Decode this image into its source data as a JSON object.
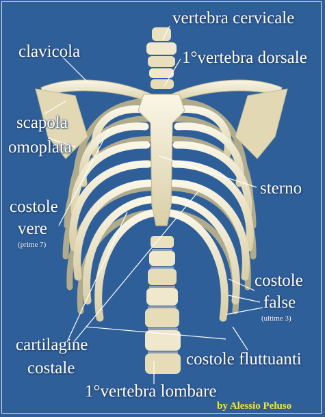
{
  "labels": {
    "vertebra_cervicale": "vertebra cervicale",
    "clavicola": "clavicola",
    "vertebra_dorsale": "1°vertebra dorsale",
    "scapola": "scapola",
    "omoplata": "omoplata",
    "sterno": "sterno",
    "costole_vere_1": "costole",
    "costole_vere_2": "vere",
    "costole_vere_note": "(prime 7)",
    "costole_false_1": "costole",
    "costole_false_2": "false",
    "costole_false_note": "(ultime 3)",
    "cartilagine": "cartilagine",
    "costale": "costale",
    "costole_fluttuanti": "costole fluttuanti",
    "vertebra_lombare": "1°vertebra lombare"
  },
  "credit": "by Alessio Peluso",
  "colors": {
    "background": "#2f5f99",
    "bone": "#efe8cc",
    "bone_shadow": "#c7bd98",
    "leader": "#ffffff",
    "credit": "#f1e43a"
  }
}
